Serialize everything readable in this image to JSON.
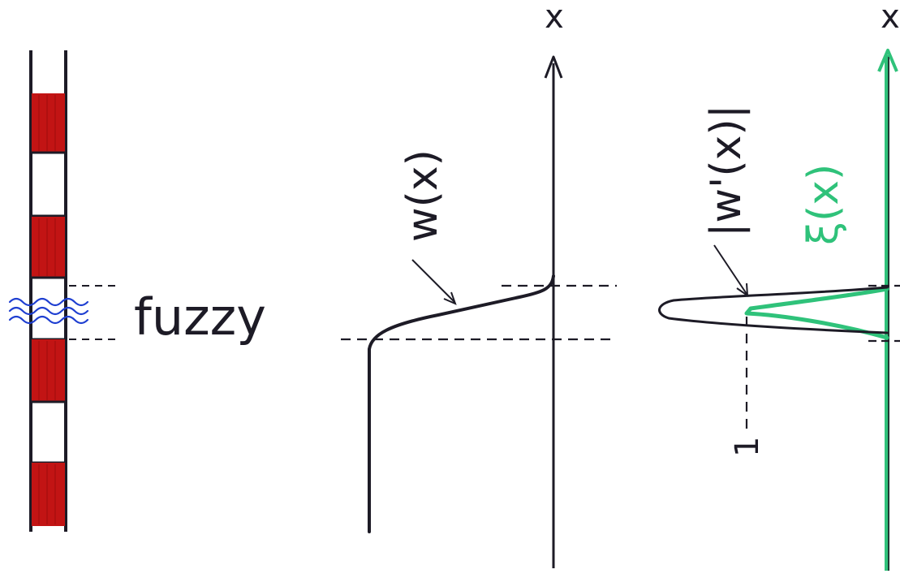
{
  "colors": {
    "ink": "#1d1b26",
    "red": "#c21414",
    "blue": "#1f3fd1",
    "green": "#2fc27a",
    "paper": "#ffffff"
  },
  "strip": {
    "fuzzy_label": "fuzzy"
  },
  "middle_plot": {
    "axis_label": "x",
    "curve_label": "w(x)"
  },
  "right_plot": {
    "axis_label": "x",
    "curve_label": "|w'(x)|",
    "green_label": "ξ(x)",
    "tick_label": "1"
  }
}
